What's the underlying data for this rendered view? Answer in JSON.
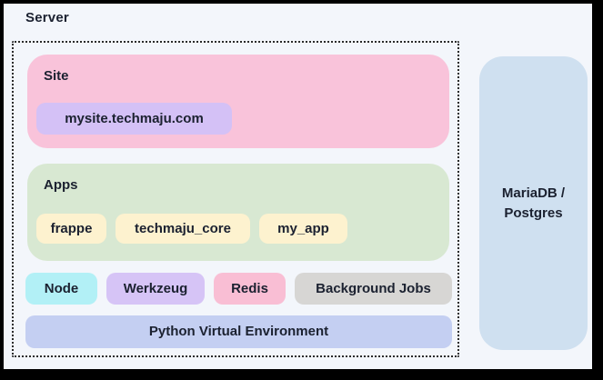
{
  "server_group": {
    "title": "Server",
    "site": {
      "heading": "Site",
      "domain": "mysite.techmaju.com"
    },
    "apps": {
      "heading": "Apps",
      "items": [
        "frappe",
        "techmaju_core",
        "my_app"
      ]
    },
    "services": [
      {
        "label": "Node",
        "color": "#b2f0f6"
      },
      {
        "label": "Werkzeug",
        "color": "#d6c4f6"
      },
      {
        "label": "Redis",
        "color": "#f9bed4"
      },
      {
        "label": "Background Jobs",
        "color": "#d7d6d4"
      }
    ],
    "venv": {
      "label": "Python Virtual Environment",
      "color": "#c4cff2"
    }
  },
  "database": {
    "label": "MariaDB / Postgres",
    "color": "#cfe0f0"
  },
  "colors": {
    "page_background": "#f3f6fb",
    "frame_border": "#000000",
    "text": "#1b2130",
    "site_box": "#f9c3da",
    "site_pill": "#d4c1f6",
    "apps_box": "#d8e8d2",
    "app_pill": "#fdf2cf",
    "dotted_border": "#2b2b2b"
  }
}
